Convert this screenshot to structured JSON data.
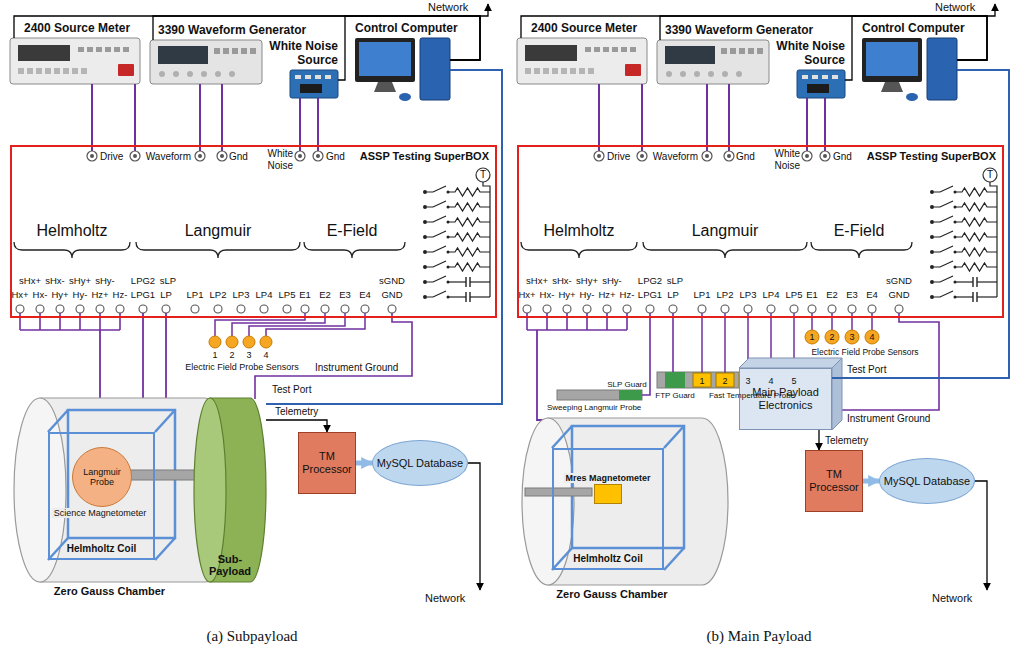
{
  "diagram": {
    "nodes": [
      {
        "text": [
          "ASSP Testing SuperBOX"
        ]
      },
      {
        "text": [
          "2400 Source Meter"
        ]
      },
      {
        "text": [
          "3390 Waveform Generator"
        ]
      },
      {
        "text": [
          "White Noise Source"
        ]
      },
      {
        "text": [
          "Control Computer"
        ]
      },
      {
        "text": [
          "Zero Gauss Chamber"
        ]
      },
      {
        "text": [
          "Helmholtz Coil"
        ],
        "in": 5
      },
      {
        "text": [
          "Langmuir Probe"
        ],
        "in": 6
      },
      {
        "text": [
          "Sub-Payload"
        ]
      },
      {
        "text": [
          "TM Processor"
        ]
      },
      {
        "text": [
          "MySQL Database"
        ]
      },
      {
        "text": [
          "ASSP Testing SuperBOX"
        ]
      },
      {
        "text": [
          "2400 Source Meter"
        ]
      },
      {
        "text": [
          "3390 Waveform Generator"
        ]
      },
      {
        "text": [
          "White Noise Source"
        ]
      },
      {
        "text": [
          "Control Computer"
        ]
      },
      {
        "text": [
          "Zero Gauss Chamber"
        ]
      },
      {
        "text": [
          "Helmholtz Coil"
        ],
        "in": 16
      },
      {
        "text": [
          "Mres Magnetometer"
        ],
        "in": 17
      },
      {
        "text": [
          "Main Payload Electronics"
        ]
      },
      {
        "text": [
          "TM Processor"
        ]
      },
      {
        "text": [
          "MySQL Database"
        ]
      }
    ],
    "edges": [
      {
        "from": 1,
        "to": 4,
        "arrow": "none"
      },
      {
        "from": 2,
        "to": 4,
        "arrow": "none"
      },
      {
        "from": 3,
        "to": 4,
        "arrow": "none"
      },
      {
        "from": 1,
        "to": 0,
        "arrow": "none"
      },
      {
        "from": 2,
        "to": 0,
        "arrow": "none"
      },
      {
        "from": 3,
        "to": 0,
        "arrow": "none"
      },
      {
        "from": 4,
        "to": 8,
        "arrow": "none"
      },
      {
        "from": 8,
        "to": 9,
        "label": "Telemetry",
        "arrow": "to"
      },
      {
        "from": 9,
        "to": 10,
        "arrow": "to"
      },
      {
        "from": 12,
        "to": 15,
        "arrow": "none"
      },
      {
        "from": 13,
        "to": 15,
        "arrow": "none"
      },
      {
        "from": 14,
        "to": 15,
        "arrow": "none"
      },
      {
        "from": 12,
        "to": 11,
        "arrow": "none"
      },
      {
        "from": 13,
        "to": 11,
        "arrow": "none"
      },
      {
        "from": 14,
        "to": 11,
        "arrow": "none"
      },
      {
        "from": 15,
        "to": 19,
        "arrow": "none"
      },
      {
        "from": 19,
        "to": 20,
        "label": "Telemetry",
        "arrow": "to"
      },
      {
        "from": 20,
        "to": 21,
        "arrow": "to"
      }
    ],
    "labels": [
      "Network",
      "Drive",
      "Waveform",
      "Gnd",
      "White Noise",
      "Gnd",
      "T",
      "Helmholtz",
      "Langmuir",
      "E-Field",
      "sHx+",
      "sHx-",
      "sHy+",
      "sHy-",
      "Hx+",
      "Hx-",
      "Hy+",
      "Hy-",
      "Hz+",
      "Hz-",
      "LPG2",
      "sLP",
      "LPG1",
      "LP",
      "LP1",
      "LP2",
      "LP3",
      "LP4",
      "LP5",
      "E1",
      "E2",
      "E3",
      "E4",
      "sGND",
      "GND",
      "1",
      "2",
      "3",
      "4",
      "Electric Field Probe Sensors",
      "Instrument Ground",
      "Science Magnetometer",
      "Test Port",
      "Network",
      "(a) Subpayload",
      "Network",
      "Drive",
      "Waveform",
      "Gnd",
      "White Noise",
      "Gnd",
      "T",
      "Helmholtz",
      "Langmuir",
      "E-Field",
      "sHx+",
      "sHx-",
      "sHy+",
      "sHy-",
      "Hx+",
      "Hx-",
      "Hy+",
      "Hy-",
      "Hz+",
      "Hz-",
      "LPG2",
      "sLP",
      "LPG1",
      "LP",
      "LP1",
      "LP2",
      "LP3",
      "LP4",
      "LP5",
      "E1",
      "E2",
      "E3",
      "E4",
      "sGND",
      "GND",
      "1",
      "2",
      "3",
      "4",
      "5",
      "Fast Temperature Probe",
      "FTP Guard",
      "Sweeping Langmuir Probe",
      "SLP Guard",
      "1",
      "2",
      "3",
      "4",
      "Electric Field Probe Sensors",
      "Test Port",
      "Instrument Ground",
      "Network",
      "(b) Main Payload"
    ]
  }
}
